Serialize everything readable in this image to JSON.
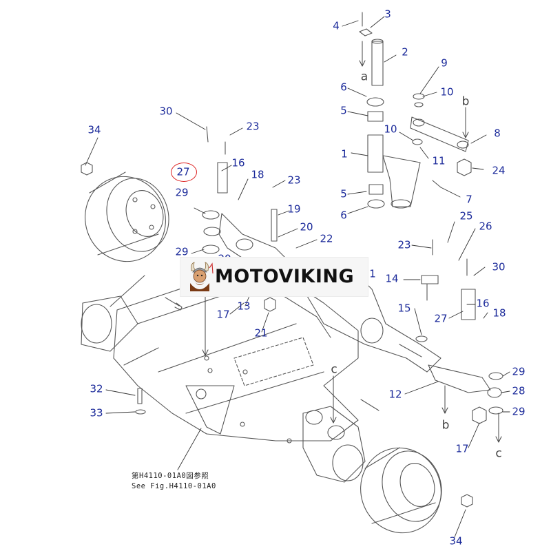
{
  "diagram": {
    "callouts": [
      "4",
      "3",
      "2",
      "6",
      "5",
      "1",
      "5",
      "6",
      "9",
      "10",
      "10",
      "11",
      "8",
      "24",
      "7",
      "30",
      "23",
      "34",
      "27",
      "16",
      "18",
      "23",
      "29",
      "19",
      "20",
      "22",
      "29",
      "14",
      "25",
      "26",
      "23",
      "30",
      "16",
      "18",
      "27",
      "15",
      "17",
      "13",
      "21",
      "12",
      "29",
      "28",
      "29",
      "17",
      "32",
      "33",
      "34",
      "1",
      "20"
    ],
    "view_marks": [
      "a",
      "b",
      "c",
      "b",
      "c"
    ],
    "reference": {
      "line_jp": "第H4110-01A0図参照",
      "line_en": "See Fig.H4110-01A0"
    },
    "highlighted_part": "27"
  },
  "watermark": {
    "text": "MOTOVIKING"
  },
  "colors": {
    "callout": "#1b2a9a",
    "line": "#444444",
    "highlight": "#dd2222"
  }
}
